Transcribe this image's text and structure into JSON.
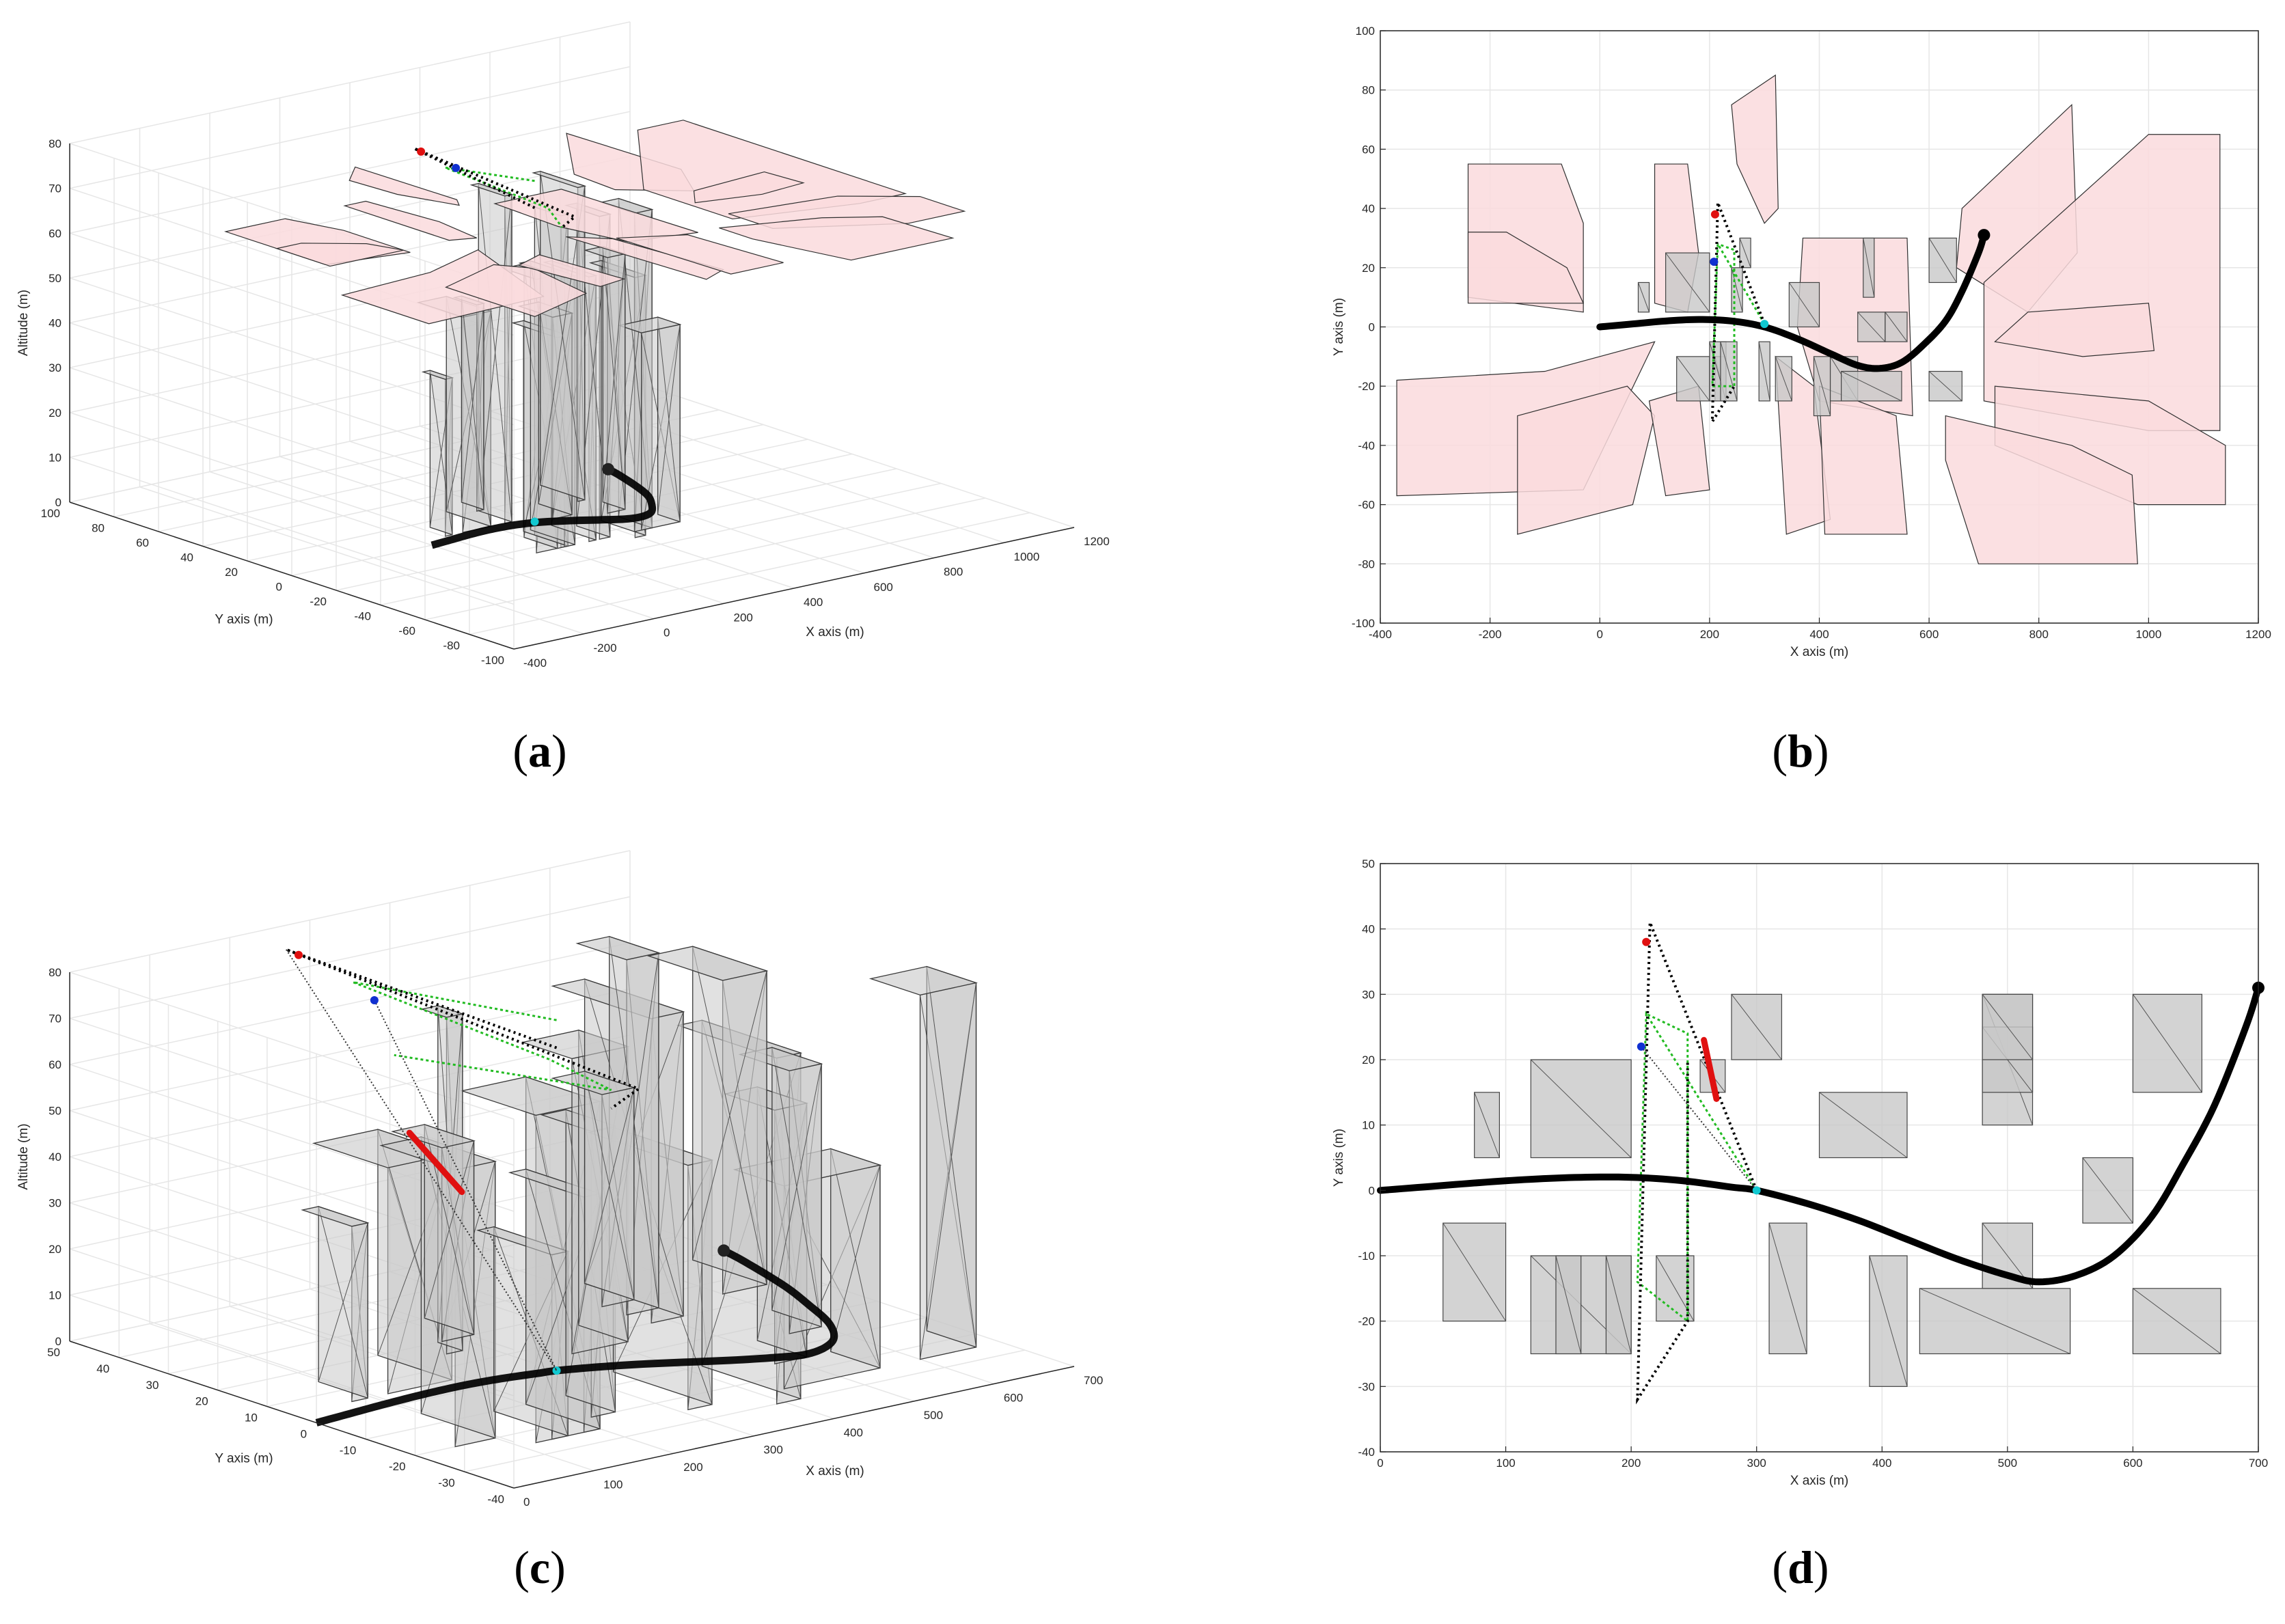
{
  "captions": {
    "a": "a",
    "b": "b",
    "c": "c",
    "d": "d"
  },
  "colors": {
    "path": "#000000",
    "building_fill": "#c8c8c8",
    "zone_fill": "#fadadd",
    "zone_stroke": "#303030",
    "candidate_green": "#22bb22",
    "candidate_black": "#000000",
    "marker_red": "#e01010",
    "marker_blue": "#1030d0",
    "marker_cyan": "#10c8d0",
    "grid": "#e6e6e6"
  },
  "chart_data": [
    {
      "id": "a",
      "type": "scatter",
      "projection": "3d",
      "xlabel": "X axis (m)",
      "ylabel": "Y axis (m)",
      "zlabel": "Altitude (m)",
      "xlim": [
        -400,
        1200
      ],
      "ylim": [
        -100,
        100
      ],
      "zlim": [
        0,
        80
      ],
      "xticks": [
        -400,
        -200,
        0,
        200,
        400,
        600,
        800,
        1000,
        1200
      ],
      "yticks": [
        -100,
        -80,
        -60,
        -40,
        -20,
        0,
        20,
        40,
        60,
        80,
        100
      ],
      "zticks": [
        0,
        10,
        20,
        30,
        40,
        50,
        60,
        70,
        80
      ],
      "grid": true
    },
    {
      "id": "b",
      "type": "scatter",
      "xlabel": "X axis (m)",
      "ylabel": "Y axis (m)",
      "xlim": [
        -400,
        1200
      ],
      "ylim": [
        -100,
        100
      ],
      "xticks": [
        -400,
        -200,
        0,
        200,
        400,
        600,
        800,
        1000,
        1200
      ],
      "yticks": [
        -100,
        -80,
        -60,
        -40,
        -20,
        0,
        20,
        40,
        60,
        80,
        100
      ],
      "grid": true,
      "path": [
        [
          0,
          0
        ],
        [
          60,
          1
        ],
        [
          120,
          2
        ],
        [
          180,
          2.5
        ],
        [
          240,
          2
        ],
        [
          300,
          0
        ],
        [
          360,
          -4
        ],
        [
          420,
          -9
        ],
        [
          470,
          -13
        ],
        [
          510,
          -14
        ],
        [
          550,
          -12
        ],
        [
          590,
          -6
        ],
        [
          630,
          2
        ],
        [
          660,
          12
        ],
        [
          690,
          25
        ],
        [
          700,
          31
        ]
      ],
      "buildings": [
        [
          70,
          5,
          90,
          15
        ],
        [
          120,
          5,
          200,
          25
        ],
        [
          140,
          -25,
          200,
          -10
        ],
        [
          210,
          -25,
          230,
          -10
        ],
        [
          200,
          -25,
          230,
          -5
        ],
        [
          220,
          -25,
          250,
          -5
        ],
        [
          240,
          5,
          260,
          20
        ],
        [
          255,
          20,
          275,
          30
        ],
        [
          290,
          -25,
          310,
          -5
        ],
        [
          320,
          -10,
          350,
          -25
        ],
        [
          345,
          0,
          400,
          15
        ],
        [
          390,
          -30,
          420,
          -10
        ],
        [
          420,
          -25,
          470,
          -10
        ],
        [
          440,
          -25,
          550,
          -15
        ],
        [
          470,
          -5,
          520,
          5
        ],
        [
          480,
          10,
          500,
          30
        ],
        [
          520,
          -5,
          560,
          5
        ],
        [
          600,
          15,
          650,
          30
        ],
        [
          600,
          -25,
          660,
          -15
        ]
      ],
      "no_fly_zones": [
        [
          [
            -240,
            55
          ],
          [
            -70,
            55
          ],
          [
            -30,
            35
          ],
          [
            -30,
            5
          ],
          [
            -240,
            10
          ]
        ],
        [
          [
            -240,
            32
          ],
          [
            -170,
            32
          ],
          [
            -60,
            20
          ],
          [
            -30,
            8
          ],
          [
            -240,
            8
          ]
        ],
        [
          [
            100,
            55
          ],
          [
            160,
            55
          ],
          [
            180,
            25
          ],
          [
            160,
            5
          ],
          [
            100,
            8
          ]
        ],
        [
          [
            240,
            75
          ],
          [
            320,
            85
          ],
          [
            325,
            40
          ],
          [
            300,
            35
          ],
          [
            250,
            55
          ]
        ],
        [
          [
            370,
            30
          ],
          [
            560,
            30
          ],
          [
            570,
            -30
          ],
          [
            400,
            -25
          ],
          [
            360,
            0
          ]
        ],
        [
          [
            660,
            40
          ],
          [
            860,
            75
          ],
          [
            870,
            25
          ],
          [
            780,
            5
          ],
          [
            650,
            20
          ]
        ],
        [
          [
            700,
            15
          ],
          [
            1000,
            65
          ],
          [
            1130,
            65
          ],
          [
            1130,
            -35
          ],
          [
            1000,
            -35
          ],
          [
            700,
            -25
          ]
        ],
        [
          [
            720,
            -20
          ],
          [
            1000,
            -25
          ],
          [
            1140,
            -40
          ],
          [
            1140,
            -60
          ],
          [
            980,
            -60
          ],
          [
            720,
            -40
          ]
        ],
        [
          [
            780,
            5
          ],
          [
            1000,
            8
          ],
          [
            1010,
            -8
          ],
          [
            880,
            -10
          ],
          [
            720,
            -5
          ]
        ],
        [
          [
            -370,
            -18
          ],
          [
            -100,
            -15
          ],
          [
            100,
            -5
          ],
          [
            -30,
            -55
          ],
          [
            -370,
            -57
          ]
        ],
        [
          [
            -150,
            -30
          ],
          [
            50,
            -20
          ],
          [
            100,
            -30
          ],
          [
            60,
            -60
          ],
          [
            -150,
            -70
          ]
        ],
        [
          [
            90,
            -25
          ],
          [
            180,
            -20
          ],
          [
            200,
            -55
          ],
          [
            120,
            -57
          ]
        ],
        [
          [
            320,
            -10
          ],
          [
            390,
            -20
          ],
          [
            420,
            -65
          ],
          [
            340,
            -70
          ]
        ],
        [
          [
            400,
            -20
          ],
          [
            540,
            -30
          ],
          [
            560,
            -70
          ],
          [
            410,
            -70
          ]
        ],
        [
          [
            630,
            -30
          ],
          [
            860,
            -40
          ],
          [
            970,
            -50
          ],
          [
            980,
            -80
          ],
          [
            690,
            -80
          ],
          [
            630,
            -45
          ]
        ]
      ],
      "markers": [
        {
          "type": "start",
          "x": 0,
          "y": 0
        },
        {
          "type": "end",
          "x": 700,
          "y": 31
        },
        {
          "type": "cyan",
          "x": 300,
          "y": 1
        },
        {
          "type": "red",
          "x": 210,
          "y": 38
        },
        {
          "type": "blue",
          "x": 208,
          "y": 22
        }
      ],
      "candidate_paths": [
        {
          "color": "green",
          "points": [
            [
              300,
              1
            ],
            [
              215,
              28
            ],
            [
              205,
              -20
            ],
            [
              245,
              -20
            ],
            [
              245,
              26
            ],
            [
              215,
              28
            ]
          ]
        },
        {
          "color": "black",
          "points": [
            [
              300,
              1
            ],
            [
              215,
              42
            ],
            [
              205,
              -32
            ],
            [
              245,
              -20
            ]
          ]
        }
      ]
    },
    {
      "id": "c",
      "type": "scatter",
      "projection": "3d",
      "xlabel": "X axis (m)",
      "ylabel": "Y axis (m)",
      "zlabel": "Altitude (m)",
      "xlim": [
        0,
        700
      ],
      "ylim": [
        -40,
        50
      ],
      "zlim": [
        0,
        80
      ],
      "xticks": [
        0,
        100,
        200,
        300,
        400,
        500,
        600,
        700
      ],
      "yticks": [
        -40,
        -30,
        -20,
        -10,
        0,
        10,
        20,
        30,
        40,
        50
      ],
      "zticks": [
        0,
        10,
        20,
        30,
        40,
        50,
        60,
        70,
        80
      ],
      "grid": true
    },
    {
      "id": "d",
      "type": "scatter",
      "xlabel": "X axis (m)",
      "ylabel": "Y axis (m)",
      "xlim": [
        0,
        700
      ],
      "ylim": [
        -40,
        50
      ],
      "xticks": [
        0,
        100,
        200,
        300,
        400,
        500,
        600,
        700
      ],
      "yticks": [
        -40,
        -30,
        -20,
        -10,
        0,
        10,
        20,
        30,
        40,
        50
      ],
      "grid": true,
      "path": [
        [
          0,
          0
        ],
        [
          40,
          0.6
        ],
        [
          80,
          1.2
        ],
        [
          120,
          1.7
        ],
        [
          160,
          2
        ],
        [
          200,
          2
        ],
        [
          240,
          1.5
        ],
        [
          280,
          0.5
        ],
        [
          300,
          0
        ],
        [
          340,
          -2
        ],
        [
          380,
          -4.5
        ],
        [
          420,
          -7.5
        ],
        [
          460,
          -10.5
        ],
        [
          500,
          -13
        ],
        [
          525,
          -14
        ],
        [
          555,
          -13
        ],
        [
          585,
          -10
        ],
        [
          615,
          -4
        ],
        [
          640,
          4
        ],
        [
          665,
          13
        ],
        [
          690,
          25
        ],
        [
          700,
          31
        ]
      ],
      "buildings": [
        [
          75,
          5,
          95,
          15
        ],
        [
          120,
          5,
          200,
          20
        ],
        [
          50,
          -20,
          100,
          -5
        ],
        [
          120,
          -25,
          200,
          -10
        ],
        [
          140,
          -25,
          160,
          -10
        ],
        [
          180,
          -25,
          200,
          -10
        ],
        [
          220,
          -20,
          250,
          -10
        ],
        [
          255,
          15,
          275,
          20
        ],
        [
          280,
          20,
          320,
          30
        ],
        [
          310,
          -25,
          340,
          -5
        ],
        [
          350,
          5,
          420,
          15
        ],
        [
          390,
          -30,
          420,
          -10
        ],
        [
          430,
          -25,
          550,
          -15
        ],
        [
          480,
          -15,
          520,
          -5
        ],
        [
          480,
          10,
          520,
          30
        ],
        [
          480,
          15,
          520,
          25
        ],
        [
          480,
          20,
          520,
          30
        ],
        [
          560,
          -5,
          600,
          5
        ],
        [
          600,
          15,
          655,
          30
        ],
        [
          600,
          -25,
          670,
          -15
        ]
      ],
      "markers": [
        {
          "type": "start",
          "x": 0,
          "y": 0
        },
        {
          "type": "end",
          "x": 700,
          "y": 31
        },
        {
          "type": "cyan",
          "x": 300,
          "y": 0
        },
        {
          "type": "red",
          "x": 212,
          "y": 38
        },
        {
          "type": "blue",
          "x": 208,
          "y": 22
        }
      ],
      "candidate_paths": [
        {
          "color": "green",
          "points": [
            [
              300,
              0
            ],
            [
              212,
              27
            ],
            [
              205,
              -14
            ],
            [
              245,
              -20
            ],
            [
              245,
              24
            ],
            [
              212,
              27
            ]
          ]
        },
        {
          "color": "black",
          "points": [
            [
              300,
              0
            ],
            [
              215,
              41
            ],
            [
              205,
              -32
            ],
            [
              245,
              -20
            ],
            [
              245,
              20
            ]
          ]
        },
        {
          "color": "hatch",
          "points": [
            [
              208,
              22
            ],
            [
              300,
              0
            ]
          ]
        },
        {
          "color": "red_segment",
          "points": [
            [
              258,
              23
            ],
            [
              268,
              14
            ]
          ]
        }
      ]
    }
  ]
}
